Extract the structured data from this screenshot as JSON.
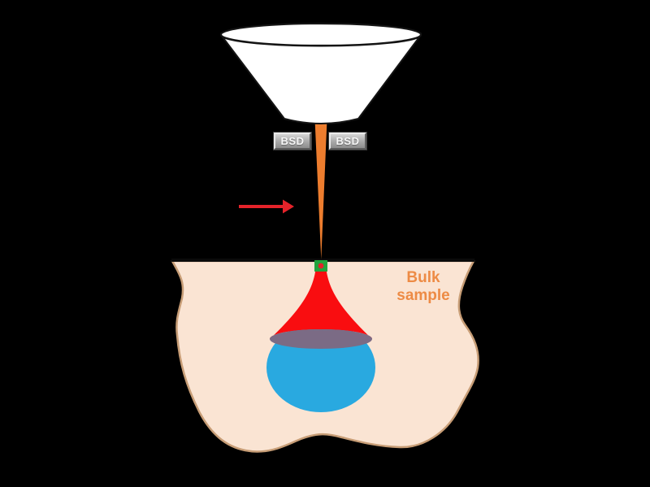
{
  "diagram": {
    "detector_labels": {
      "left": "BSD",
      "right": "BSD"
    },
    "sample_label": {
      "line1": "Bulk",
      "line2": "sample"
    },
    "colors": {
      "background": "#000000",
      "cone_fill": "#ffffff",
      "cone_stroke": "#141414",
      "beam_orange": "#ed7d2e",
      "arrow_red": "#e5232a",
      "detector_box_gray": "#a8a8a8",
      "detector_text": "#f7f7f7",
      "sample_fill": "#fae4d3",
      "sample_stroke": "#c79d76",
      "surface_line": "#0a0a0a",
      "marker_green": "#21a43d",
      "marker_dot_red": "#e2242b",
      "interaction_red": "#f90d10",
      "overlap_purple": "#7b6b85",
      "sphere_blue": "#29a9e0",
      "label_orange": "#ed8b45"
    }
  }
}
